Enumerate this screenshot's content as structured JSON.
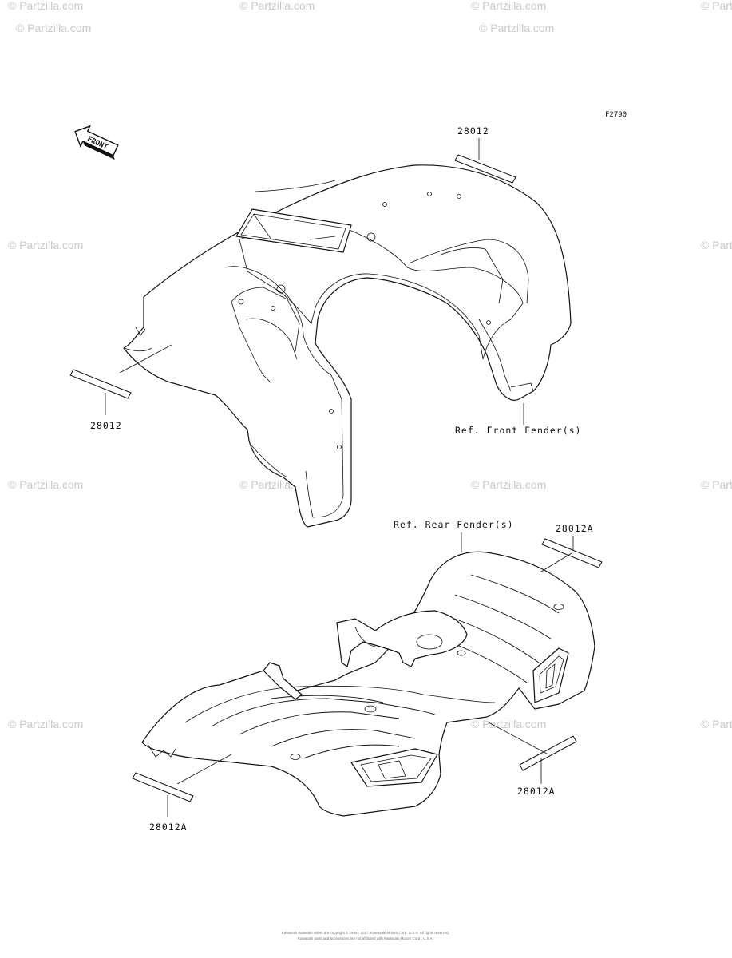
{
  "figure_code": "F2790",
  "front_marker": "FRONT",
  "watermark": "© Partzilla.com",
  "labels": {
    "top_right_part": "28012",
    "left_part": "28012",
    "front_fender_ref": "Ref. Front Fender(s)",
    "rear_fender_ref": "Ref. Rear Fender(s)",
    "rear_top_part": "28012A",
    "rear_right_part": "28012A",
    "rear_left_part": "28012A"
  },
  "footer": {
    "line1": "Kawasaki materials within are copyright © 1995 - 2017, Kawasaki Motors Corp. U.S.A. All rights reserved.",
    "line2": "Kawasaki parts and accessories are not affiliated with Kawasaki Motors Corp., U.S.A."
  }
}
